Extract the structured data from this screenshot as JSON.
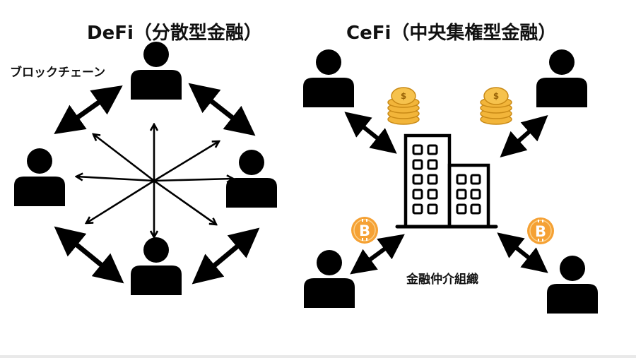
{
  "defi": {
    "title": "DeFi（分散型金融）",
    "network_label": "ブロックチェーン",
    "nodes": [
      "user-top",
      "user-left",
      "user-right",
      "user-bottom"
    ]
  },
  "cefi": {
    "title": "CeFi（中央集権型金融）",
    "intermediary_label": "金融仲介組織",
    "nodes": [
      "user-top-left",
      "user-top-right",
      "user-bottom-left",
      "user-bottom-right"
    ],
    "coin_symbol": "$",
    "bitcoin_symbol": "B"
  },
  "colors": {
    "ink": "#000000",
    "coin_gold": "#f2b53a",
    "coin_edge": "#c98a16",
    "bitcoin_orange": "#f5a134"
  }
}
